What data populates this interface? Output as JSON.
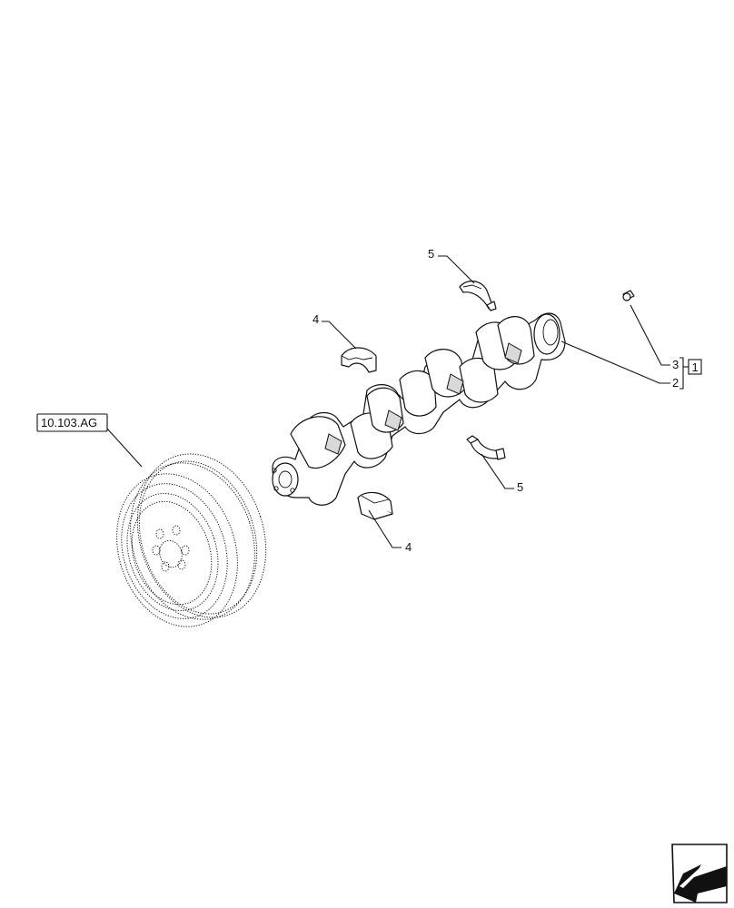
{
  "callouts": {
    "bearing_upper_left": "4",
    "bearing_lower": "4",
    "thrust_upper": "5",
    "thrust_lower": "5",
    "item_3": "3",
    "item_2": "2",
    "group_box": "1"
  },
  "reference": {
    "damper_ref": "10.103.AG"
  },
  "nav": {
    "icon": "next-page-arrow-icon"
  }
}
